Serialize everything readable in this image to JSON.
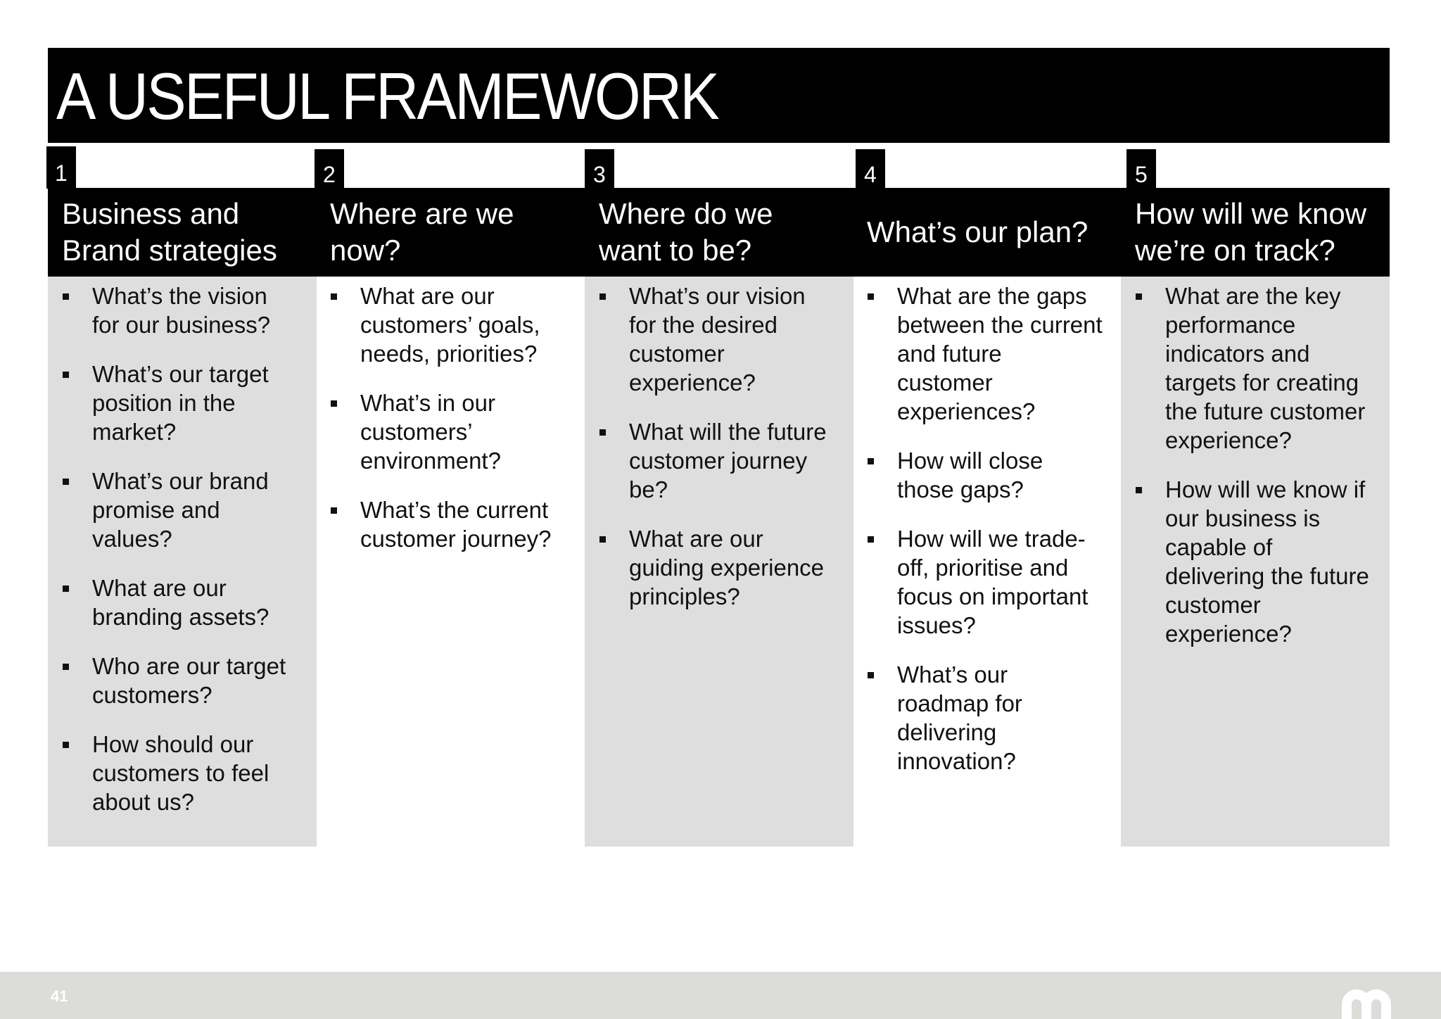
{
  "title": "A USEFUL FRAMEWORK",
  "columns": [
    {
      "number": "1",
      "heading": [
        "Business and",
        "Brand strategies"
      ],
      "bullets": [
        [
          "What’s the vision",
          "for our business?"
        ],
        [
          "What’s our target",
          "position in the",
          "market?"
        ],
        [
          "What’s our brand",
          "promise and",
          "values?"
        ],
        [
          "What are our",
          "branding assets?"
        ],
        [
          "Who are our target",
          "customers?"
        ],
        [
          "How should our",
          "customers to feel",
          "about us?"
        ]
      ]
    },
    {
      "number": "2",
      "heading": [
        "Where are we",
        "now?"
      ],
      "bullets": [
        [
          "What are our",
          "customers’ goals,",
          "needs, priorities?"
        ],
        [
          "What’s in our",
          "customers’",
          "environment?"
        ],
        [
          "What’s the current",
          "customer journey?"
        ]
      ]
    },
    {
      "number": "3",
      "heading": [
        "Where do we",
        "want to be?"
      ],
      "bullets": [
        [
          "What’s our vision",
          "for the desired",
          "customer",
          "experience?"
        ],
        [
          "What will the future",
          "customer journey",
          "be?"
        ],
        [
          "What are our",
          "guiding experience",
          "principles?"
        ]
      ]
    },
    {
      "number": "4",
      "heading": [
        "What’s our plan?"
      ],
      "bullets": [
        [
          "What are the gaps",
          "between the current",
          "and future",
          "customer",
          "experiences?"
        ],
        [
          "How will close",
          "those gaps?"
        ],
        [
          "How will we trade-",
          "off, prioritise and",
          "focus on important",
          "issues?"
        ],
        [
          "What’s our",
          "roadmap for",
          "delivering",
          "innovation?"
        ]
      ]
    },
    {
      "number": "5",
      "heading": [
        "How will we know",
        "we’re on track?"
      ],
      "bullets": [
        [
          "What are the key",
          "performance",
          "indicators and",
          "targets for creating",
          "the future customer",
          "experience?"
        ],
        [
          "How will we know if",
          "our business is",
          "capable of",
          "delivering the future",
          "customer",
          "experience?"
        ]
      ]
    }
  ],
  "footer": {
    "page_number": "41",
    "logo_icon": "m-logo-icon"
  }
}
